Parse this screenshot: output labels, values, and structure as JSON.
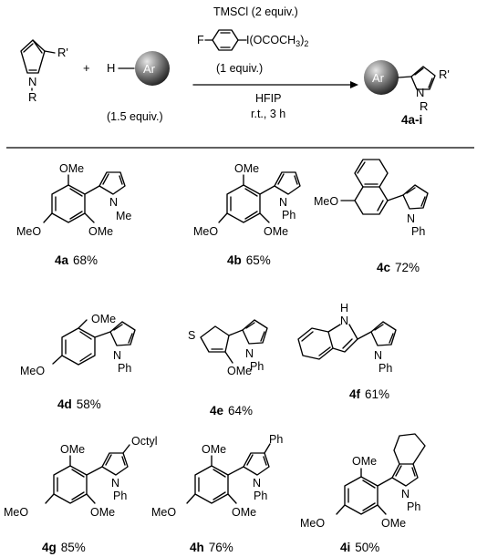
{
  "reaction": {
    "reagent_line": "TMSCl (2 equiv.)",
    "iodane_f": "F",
    "iodane_i": "I(OCOCH",
    "iodane_sub3": "3",
    "iodane_close": ")",
    "iodane_sub2": "2",
    "iodane_equiv": "(1 equiv.)",
    "solvent": "HFIP",
    "conditions": "r.t., 3 h",
    "plus": "+",
    "h_atom": "H",
    "ar": "Ar",
    "arene_equiv": "(1.5 equiv.)",
    "pyrrole_n": "N",
    "pyrrole_r": "R",
    "pyrrole_rprime": "R'",
    "product_label": "4a-i"
  },
  "products": [
    {
      "id": "4a",
      "yield": "68%",
      "groups": {
        "ome_top": "OMe",
        "ome_left": "MeO",
        "ome_bottom": "OMe",
        "n": "N",
        "sub": "Me"
      }
    },
    {
      "id": "4b",
      "yield": "65%",
      "groups": {
        "ome_top": "OMe",
        "ome_left": "MeO",
        "ome_bottom": "OMe",
        "n": "N",
        "sub": "Ph"
      }
    },
    {
      "id": "4c",
      "yield": "72%",
      "groups": {
        "ome_left": "MeO",
        "n": "N",
        "sub": "Ph"
      }
    },
    {
      "id": "4d",
      "yield": "58%",
      "groups": {
        "ome_top": "OMe",
        "ome_left": "MeO",
        "n": "N",
        "sub": "Ph"
      }
    },
    {
      "id": "4e",
      "yield": "64%",
      "groups": {
        "s": "S",
        "ome_bottom": "OMe",
        "n": "N",
        "sub": "Ph"
      }
    },
    {
      "id": "4f",
      "yield": "61%",
      "groups": {
        "nh": "H",
        "nh_n": "N",
        "n": "N",
        "sub": "Ph"
      }
    },
    {
      "id": "4g",
      "yield": "85%",
      "groups": {
        "ome_top": "OMe",
        "ome_left": "MeO",
        "ome_bottom": "OMe",
        "n": "N",
        "sub": "Ph",
        "extra": "Octyl"
      }
    },
    {
      "id": "4h",
      "yield": "76%",
      "groups": {
        "ome_top": "OMe",
        "ome_left": "MeO",
        "ome_bottom": "OMe",
        "n": "N",
        "sub": "Ph",
        "extra": "Ph"
      }
    },
    {
      "id": "4i",
      "yield": "50%",
      "groups": {
        "ome_top": "OMe",
        "ome_left": "MeO",
        "ome_bottom": "OMe",
        "n": "N",
        "sub": "Ph"
      }
    }
  ]
}
